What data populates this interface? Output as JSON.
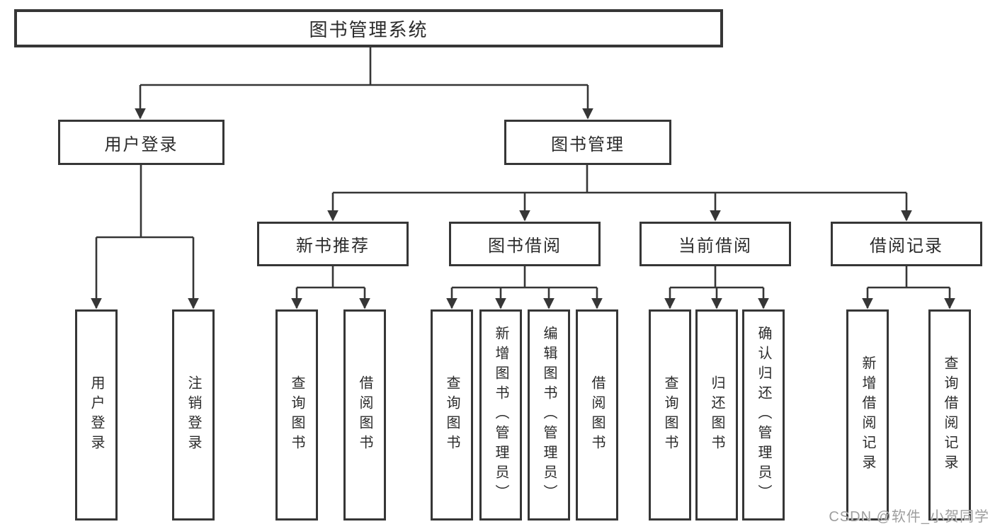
{
  "tree": {
    "root": "图书管理系统",
    "level2": [
      {
        "label": "用户登录"
      },
      {
        "label": "图书管理"
      }
    ],
    "level3": [
      {
        "label": "新书推荐"
      },
      {
        "label": "图书借阅"
      },
      {
        "label": "当前借阅"
      },
      {
        "label": "借阅记录"
      }
    ],
    "leaves": [
      {
        "label": "用户登录"
      },
      {
        "label": "注销登录"
      },
      {
        "label": "查询图书"
      },
      {
        "label": "借阅图书"
      },
      {
        "label": "查询图书"
      },
      {
        "label": "新增图书（管理员）"
      },
      {
        "label": "编辑图书（管理员）"
      },
      {
        "label": "借阅图书"
      },
      {
        "label": "查询图书"
      },
      {
        "label": "归还图书"
      },
      {
        "label": "确认归还（管理员）"
      },
      {
        "label": "新增借阅记录"
      },
      {
        "label": "查询借阅记录"
      }
    ]
  },
  "watermark": {
    "text": "CSDN @软件_小贺同学"
  },
  "colors": {
    "line": "#363636",
    "text": "#2b2b2b",
    "watermark": "#9e9e9e",
    "bg": "#ffffff"
  }
}
